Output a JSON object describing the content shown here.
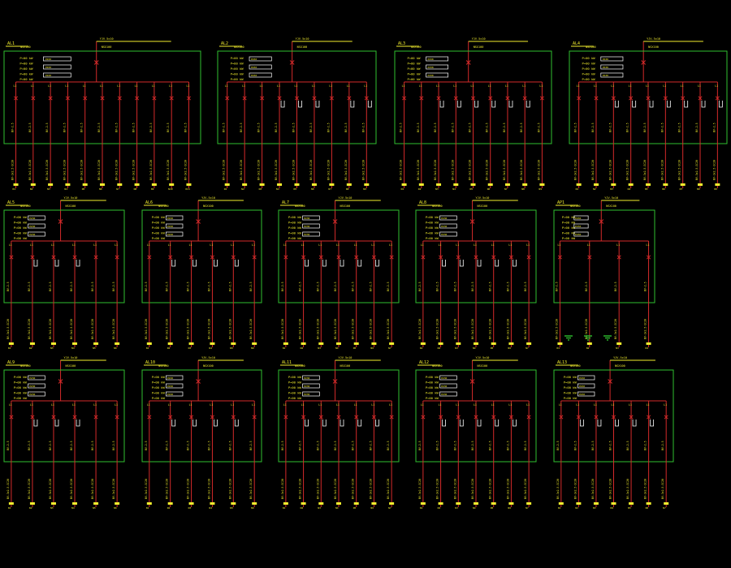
{
  "canvas": {
    "background": "#000000"
  },
  "colors": {
    "frame": "#2fbf2f",
    "wire": "#d42a2a",
    "text": "#f2ee2e",
    "box": "#ffffff",
    "ground": "#2fbf2f"
  },
  "symbols": {
    "breaker": "x-breaker-icon",
    "rcd": "rcd-icon",
    "ground": "ground-icon"
  },
  "labels": {
    "breaker_note": "L1",
    "spec_header": "P=",
    "box_text": "PZ30",
    "main_switch": "NSX100",
    "feeder_top": "YJV-5x10"
  },
  "panels": [
    {
      "row": 0,
      "id": "AL1",
      "circuits": 11,
      "rcd_circuits": [],
      "ground": false
    },
    {
      "row": 0,
      "id": "AL2",
      "circuits": 9,
      "rcd_circuits": [
        3,
        4,
        5,
        7,
        8
      ],
      "ground": false
    },
    {
      "row": 0,
      "id": "AL3",
      "circuits": 9,
      "rcd_circuits": [
        2,
        3,
        4,
        5,
        6,
        7
      ],
      "ground": false
    },
    {
      "row": 0,
      "id": "AL4",
      "circuits": 9,
      "rcd_circuits": [
        2,
        3,
        4,
        5,
        6,
        7,
        8
      ],
      "ground": false
    },
    {
      "row": 1,
      "id": "AL5",
      "circuits": 6,
      "rcd_circuits": [
        1,
        2,
        3
      ],
      "ground": false
    },
    {
      "row": 1,
      "id": "AL6",
      "circuits": 6,
      "rcd_circuits": [
        1,
        2,
        3,
        4
      ],
      "ground": false
    },
    {
      "row": 1,
      "id": "AL7",
      "circuits": 7,
      "rcd_circuits": [
        1,
        2,
        3,
        4,
        5
      ],
      "ground": false
    },
    {
      "row": 1,
      "id": "AL8",
      "circuits": 7,
      "rcd_circuits": [
        1,
        2,
        3,
        4,
        5
      ],
      "ground": false
    },
    {
      "row": 1,
      "id": "AP1",
      "circuits": 4,
      "rcd_circuits": [],
      "ground": true
    },
    {
      "row": 2,
      "id": "AL9",
      "circuits": 6,
      "rcd_circuits": [
        1,
        2,
        3
      ],
      "ground": false
    },
    {
      "row": 2,
      "id": "AL10",
      "circuits": 6,
      "rcd_circuits": [
        1,
        2,
        3,
        4
      ],
      "ground": false
    },
    {
      "row": 2,
      "id": "AL11",
      "circuits": 7,
      "rcd_circuits": [
        1,
        2,
        3,
        4,
        5
      ],
      "ground": false
    },
    {
      "row": 2,
      "id": "AL12",
      "circuits": 7,
      "rcd_circuits": [
        1,
        2,
        3,
        4,
        5
      ],
      "ground": false
    },
    {
      "row": 2,
      "id": "AL13",
      "circuits": 7,
      "rcd_circuits": [
        1,
        2,
        3,
        4,
        5
      ],
      "ground": false
    }
  ]
}
